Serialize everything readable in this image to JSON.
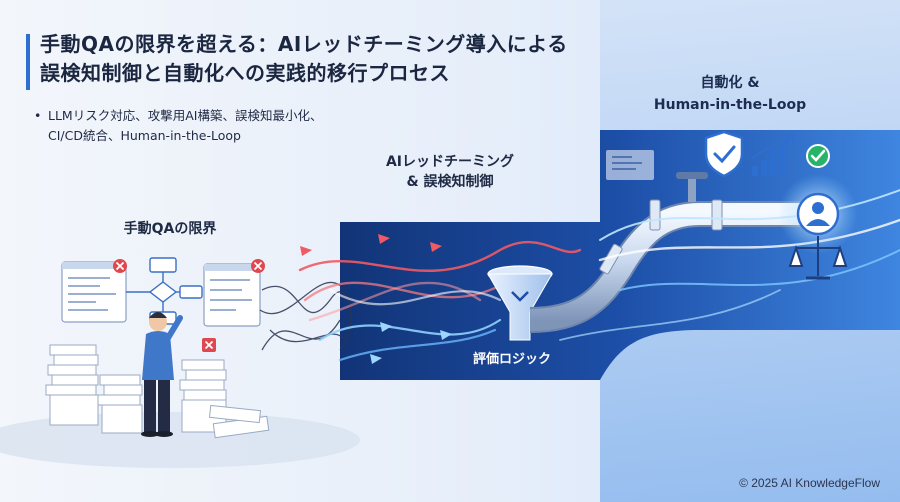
{
  "title": {
    "line1": "手動QAの限界を超える：AIレッドチーミング導入による",
    "line2": "誤検知制御と自動化への実践的移行プロセス"
  },
  "bullet": {
    "marker": "•",
    "line1": "LLMリスク対応、攻撃用AI構築、誤検知最小化、",
    "line2": "CI/CD統合、Human-in-the-Loop"
  },
  "stages": {
    "manual_label": "手動QAの限界",
    "redteam_label_line1": "AIレッドチーミング",
    "redteam_label_line2": "& 誤検知制御",
    "auto_label_line1": "自動化 &",
    "auto_label_line2": "Human-in-the-Loop",
    "eval_label": "評価ロジック"
  },
  "footer": {
    "copyright": "© 2025 AI KnowledgeFlow"
  },
  "colors": {
    "accent": "#2d6fd1",
    "dark_band": "#1b3f8f",
    "error_red": "#e0484f",
    "success_green": "#27b36a"
  }
}
